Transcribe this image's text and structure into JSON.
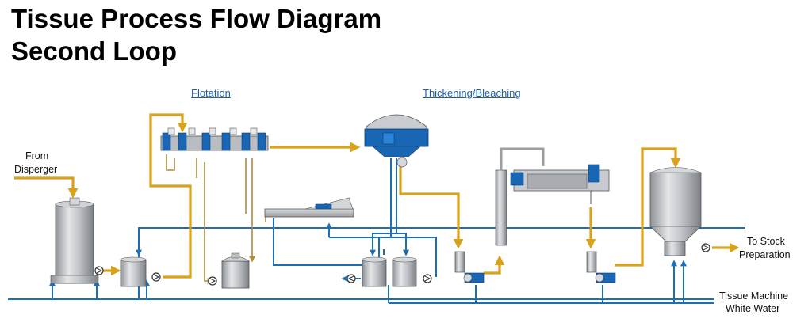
{
  "title": {
    "line1": "Tissue Process Flow Diagram",
    "line2": "Second Loop"
  },
  "sections": {
    "flotation": "Flotation",
    "thickening_bleaching": "Thickening/Bleaching"
  },
  "labels": {
    "from_line1": "From",
    "from_line2": "Disperger",
    "to_stock_line1": "To Stock",
    "to_stock_line2": "Preparation",
    "white_water_line1": "Tissue Machine",
    "white_water_line2": "White Water"
  },
  "colors": {
    "stock_line": "#d8a21a",
    "water_line": "#1c6fb5",
    "equipment_blue": "#1866b4",
    "steel": "#b9bcc0"
  }
}
